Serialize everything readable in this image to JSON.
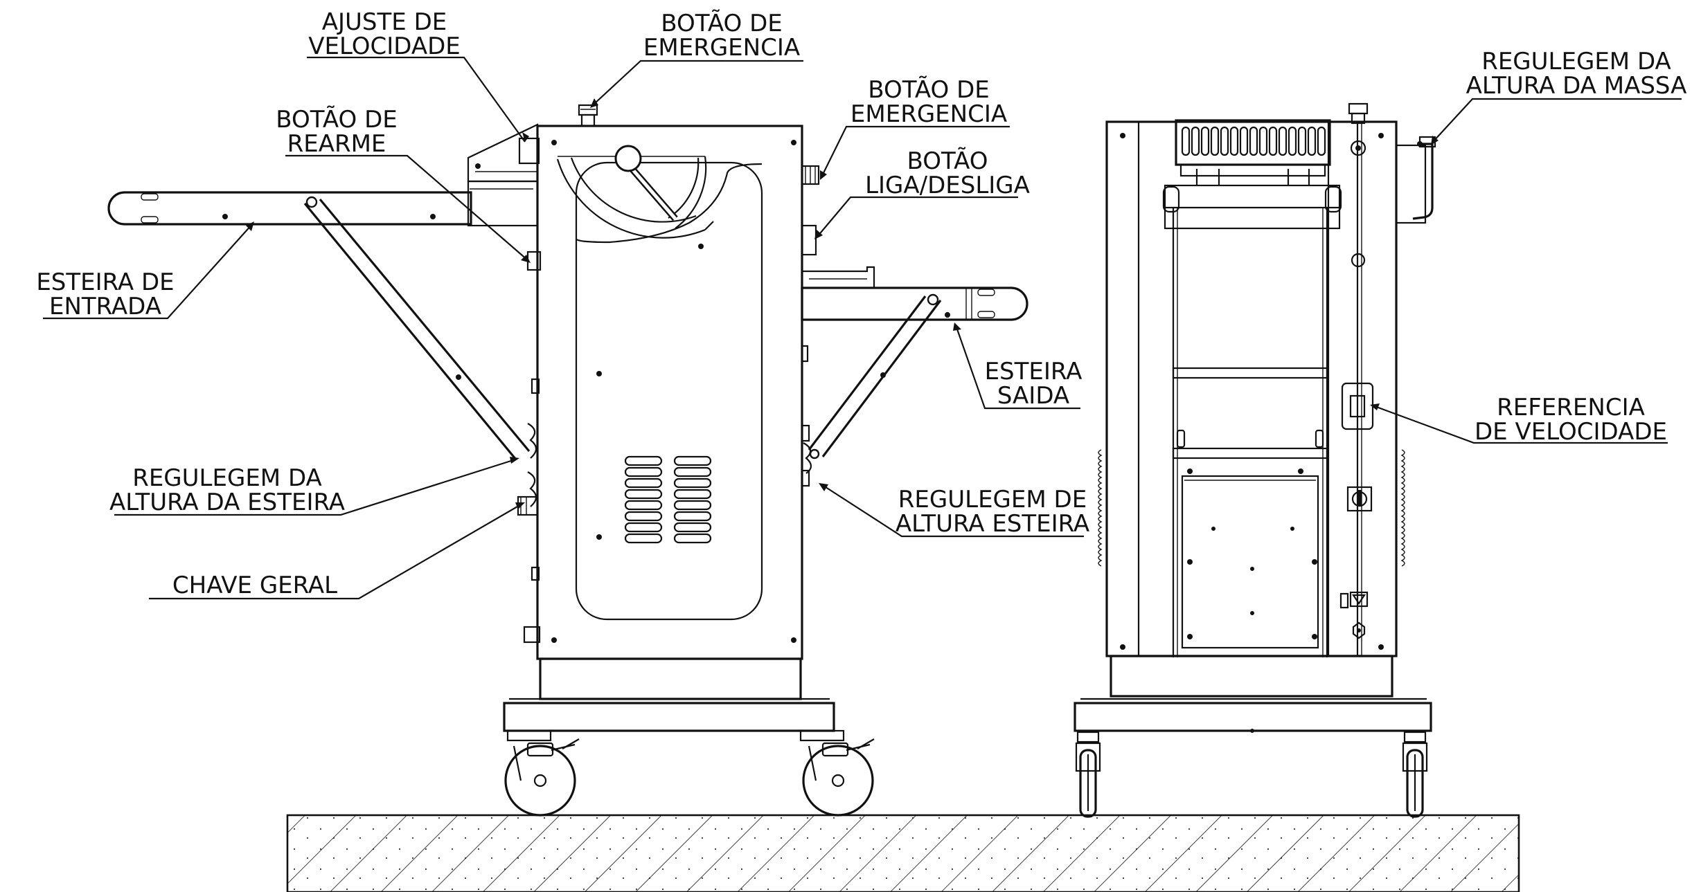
{
  "labels": {
    "ajuste_velocidade": [
      "AJUSTE DE",
      "VELOCIDADE"
    ],
    "botao_emergencia_top": [
      "BOTÃO DE",
      "EMERGENCIA"
    ],
    "botao_rearme": [
      "BOTÃO DE",
      "REARME"
    ],
    "botao_emergencia_side": [
      "BOTÃO DE",
      "EMERGENCIA"
    ],
    "botao_liga_desliga": [
      "BOTÃO",
      "LIGA/DESLIGA"
    ],
    "esteira_entrada": [
      "ESTEIRA DE",
      "ENTRADA"
    ],
    "esteira_saida": [
      "ESTEIRA",
      "SAIDA"
    ],
    "regulegem_altura_esteira": [
      "REGULEGEM DA",
      "ALTURA DA ESTEIRA"
    ],
    "regulegem_de_altura_esteira": [
      "REGULEGEM DE",
      "ALTURA ESTEIRA"
    ],
    "chave_geral": [
      "CHAVE GERAL"
    ],
    "regulegem_altura_massa": [
      "REGULEGEM DA",
      "ALTURA DA MASSA"
    ],
    "referencia_velocidade": [
      "REFERENCIA",
      "DE VELOCIDADE"
    ]
  }
}
